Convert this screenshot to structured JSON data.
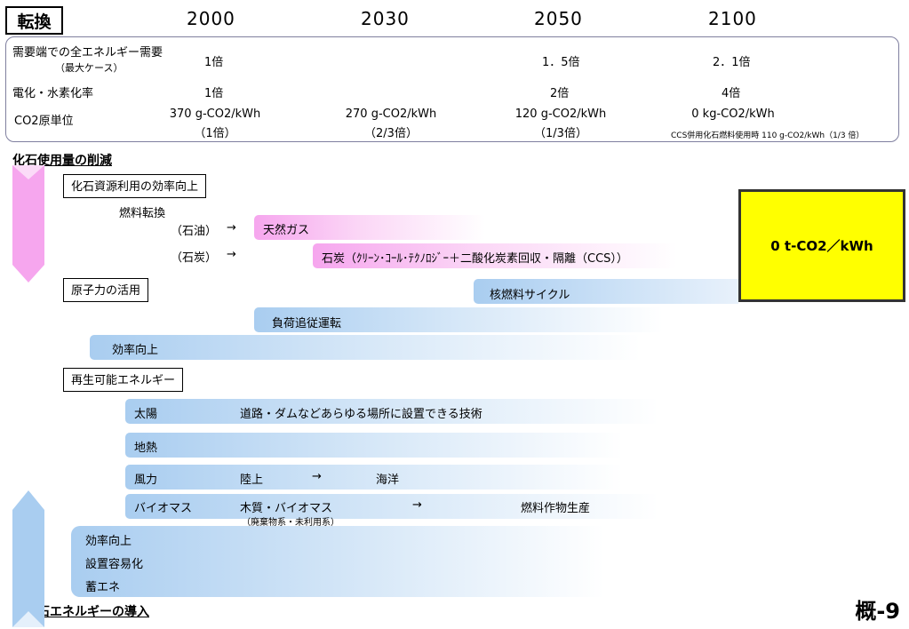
{
  "title": "転換",
  "years": [
    "2000",
    "2030",
    "2050",
    "2100"
  ],
  "table": {
    "demand_label": "需要端での全エネルギー需要",
    "demand_sub": "（最大ケース）",
    "demand_vals": [
      "1倍",
      "1．5倍",
      "2．1倍"
    ],
    "elec_label": "電化・水素化率",
    "elec_vals": [
      "1倍",
      "2倍",
      "4倍"
    ],
    "co2_label": "CO2原単位",
    "co2_vals": [
      "370 g-CO2/kWh",
      "270 g-CO2/kWh",
      "120 g-CO2/kWh",
      "0 kg-CO2/kWh"
    ],
    "co2_sub": [
      "（1倍）",
      "（2/3倍）",
      "（1/3倍）"
    ],
    "co2_note": "CCS併用化石燃料使用時 110 g-CO2/kWh（1/3 倍）"
  },
  "fossil_heading": "化石使用量の削減",
  "nonfossil_heading": "非化石エネルギーの導入",
  "efficiency_box": "化石資源利用の効率向上",
  "fuel_switch": "燃料転換",
  "oil_label": "（石油）",
  "coal_label": "（石炭）",
  "arrow": "→",
  "natural_gas": "天然ガス",
  "coal_bar": "石炭（ｸﾘｰﾝ･ｺｰﾙ･ﾃｸﾉﾛｼﾞｰ＋二酸化炭素回収・隔離（CCS））",
  "nuclear_box": "原子力の活用",
  "nuclear_cycle": "核燃料サイクル",
  "load_follow": "負荷追従運転",
  "eff_up": "効率向上",
  "renew_box": "再生可能エネルギー",
  "solar": "太陽",
  "solar_text": "道路・ダムなどあらゆる場所に設置できる技術",
  "geo": "地熱",
  "wind": "風力",
  "wind_land": "陸上",
  "wind_sea": "海洋",
  "biomass": "バイオマス",
  "bio_wood": "木質・バイオマス",
  "bio_sub": "（廃棄物系・未利用系）",
  "bio_crop": "燃料作物生産",
  "common_items": [
    "効率向上",
    "設置容易化",
    "蓄エネ"
  ],
  "target": "0  t-CO2／kWh",
  "page_no": "概-9",
  "colors": {
    "pink": "#f6a6ee",
    "blue": "#a9cdf0",
    "yellow": "#ffff00"
  }
}
